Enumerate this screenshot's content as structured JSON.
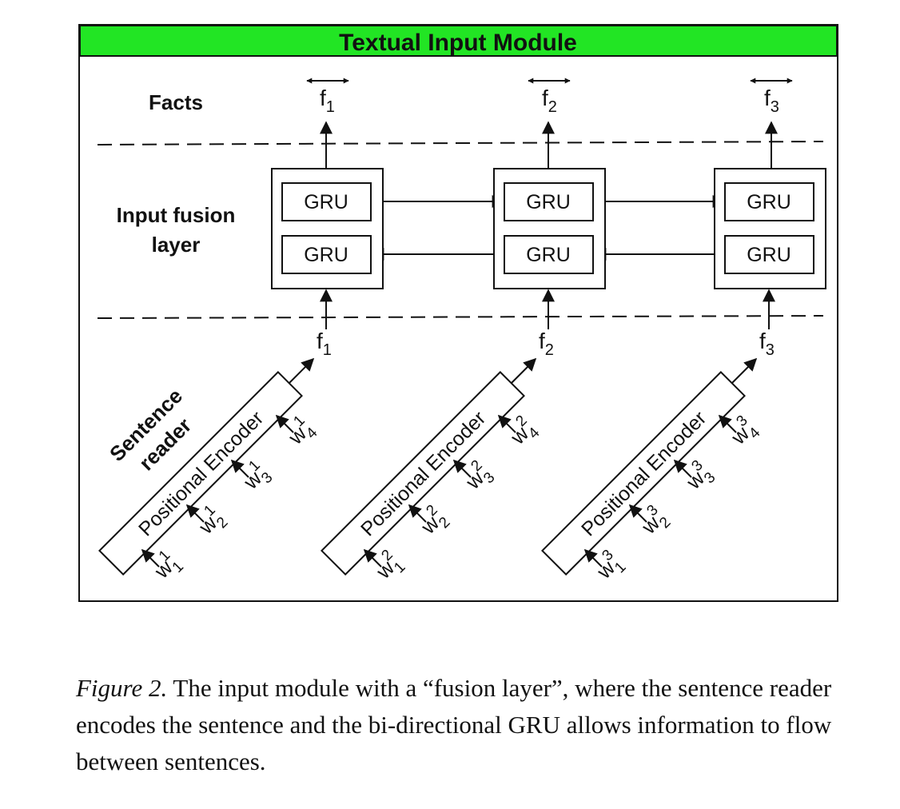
{
  "module": {
    "title": "Textual Input Module",
    "header_color": "#22e524"
  },
  "layers": {
    "facts": "Facts",
    "fusion": [
      "Input fusion",
      "layer"
    ],
    "reader": [
      "Sentence",
      "reader"
    ]
  },
  "fusion": {
    "gru_label": "GRU"
  },
  "encoder": {
    "label": "Positional Encoder"
  },
  "fact_symbol": "f",
  "word_symbol": "w",
  "sentences": [
    {
      "index": "1",
      "words": [
        {
          "sup": "1",
          "sub": "1"
        },
        {
          "sup": "1",
          "sub": "2"
        },
        {
          "sup": "1",
          "sub": "3"
        },
        {
          "sup": "1",
          "sub": "4"
        }
      ]
    },
    {
      "index": "2",
      "words": [
        {
          "sup": "2",
          "sub": "1"
        },
        {
          "sup": "2",
          "sub": "2"
        },
        {
          "sup": "2",
          "sub": "3"
        },
        {
          "sup": "2",
          "sub": "4"
        }
      ]
    },
    {
      "index": "3",
      "words": [
        {
          "sup": "3",
          "sub": "1"
        },
        {
          "sup": "3",
          "sub": "2"
        },
        {
          "sup": "3",
          "sub": "3"
        },
        {
          "sup": "3",
          "sub": "4"
        }
      ]
    }
  ],
  "caption": {
    "figure_label": "Figure 2.",
    "text": " The input module with a “fusion layer”, where the sentence reader encodes the sentence and the bi-directional GRU allows information to flow between sentences."
  }
}
